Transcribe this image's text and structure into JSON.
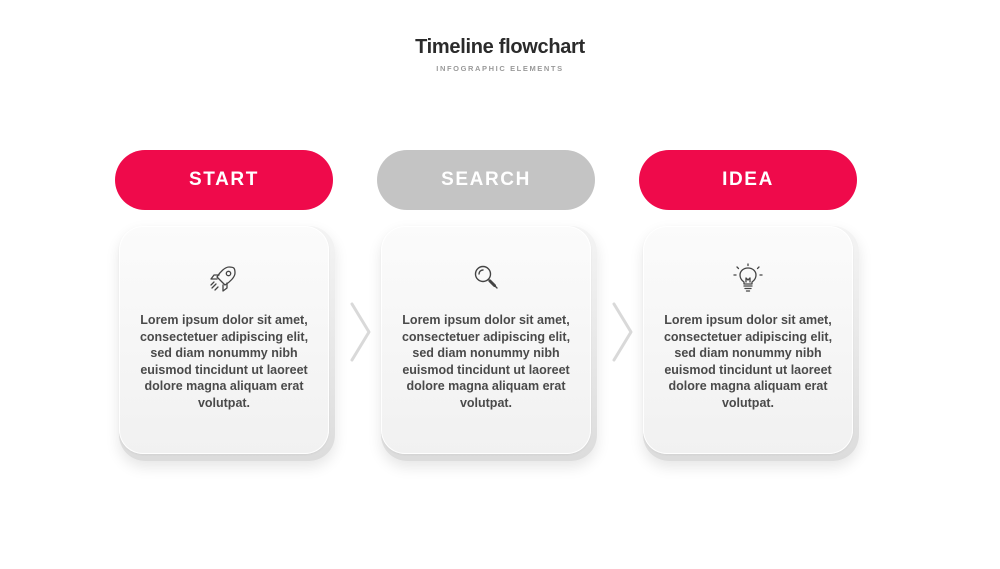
{
  "header": {
    "title": "Timeline flowchart",
    "subtitle": "INFOGRAPHIC ELEMENTS"
  },
  "colors": {
    "accent": "#ef0a4b",
    "muted": "#c4c4c4",
    "text": "#4a4a4a",
    "title": "#2b2b2b"
  },
  "steps": [
    {
      "label": "START",
      "icon": "rocket-icon",
      "active": true,
      "text": "Lorem ipsum dolor sit amet, consectetuer adipiscing elit, sed diam nonummy nibh euismod tincidunt ut laoreet dolore magna aliquam erat volutpat."
    },
    {
      "label": "SEARCH",
      "icon": "magnifier-icon",
      "active": false,
      "text": "Lorem ipsum dolor sit amet, consectetuer adipiscing elit, sed diam nonummy nibh euismod tincidunt ut laoreet dolore magna aliquam erat volutpat."
    },
    {
      "label": "IDEA",
      "icon": "lightbulb-icon",
      "active": true,
      "text": "Lorem ipsum dolor sit amet, consectetuer adipiscing elit, sed diam nonummy nibh euismod tincidunt ut laoreet dolore magna aliquam erat volutpat."
    }
  ]
}
